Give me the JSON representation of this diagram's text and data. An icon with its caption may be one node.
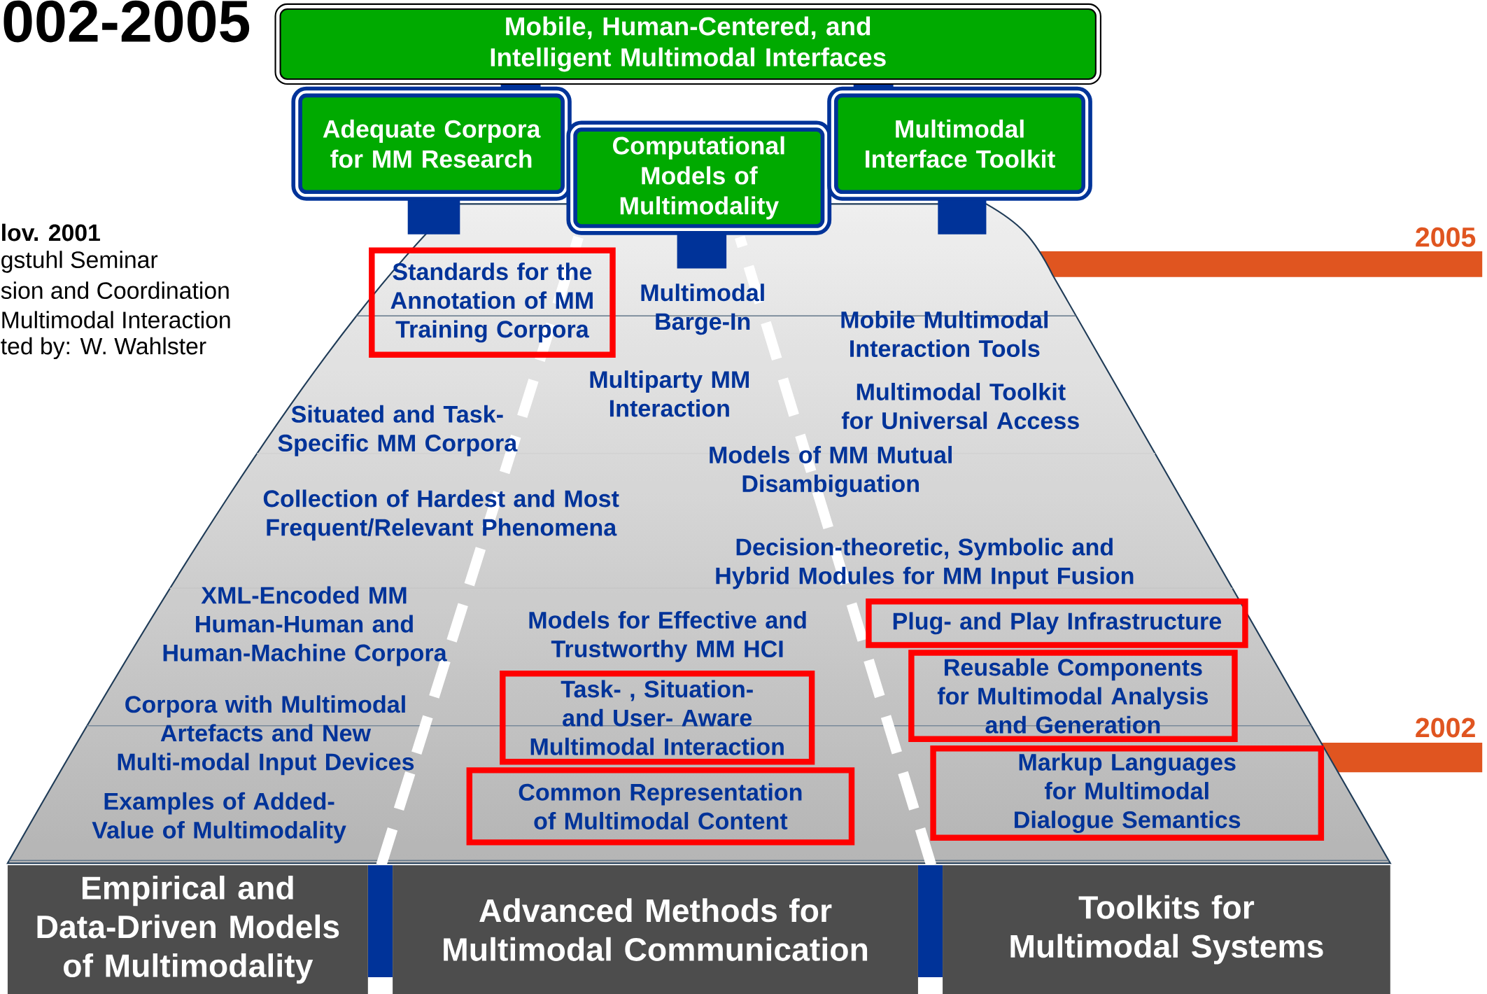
{
  "diagram": {
    "title": "002-2005",
    "nodes": [
      {
        "text": [
          "Mobile, Human-Centered, and Intelligent Multimodal Interfaces"
        ]
      },
      {
        "text": [
          "Adequate Corpora for MM Research"
        ]
      },
      {
        "text": [
          "Computational Models of Multimodality"
        ]
      },
      {
        "text": [
          "Multimodal Interface Toolkit"
        ]
      },
      {
        "text": [
          "Standards for the Annotation of MM Training Corpora"
        ]
      },
      {
        "text": [
          "Plug- and Play Infrastructure"
        ]
      },
      {
        "text": [
          "Reusable Components for Multimodal Analysis and Generation"
        ]
      },
      {
        "text": [
          "Task- , Situation- and User- Aware Multimodal Interaction"
        ]
      },
      {
        "text": [
          "Common Representation of Multimodal Content"
        ]
      },
      {
        "text": [
          "Markup Languages for Multimodal Dialogue Semantics"
        ]
      },
      {
        "text": [
          "Empirical and Data-Driven Models of Multimodality"
        ]
      },
      {
        "text": [
          "Advanced Methods for Multimodal Communication"
        ]
      },
      {
        "text": [
          "Toolkits for Multimodal Systems"
        ]
      }
    ],
    "labels": [
      "lov. 2001",
      "gstuhl Seminar",
      "sion and Coordination",
      "Multimodal Interaction",
      "ted by: W. Wahlster",
      "2005",
      "Multimodal Barge-In",
      "Mobile Multimodal Interaction Tools",
      "Multiparty MM Interaction",
      "Multimodal Toolkit for Universal Access",
      "Situated and Task-Specific MM Corpora",
      "Models of MM Mutual Disambiguation",
      "Collection of Hardest and Most Frequent/Relevant Phenomena",
      "Decision-theoretic, Symbolic and Hybrid Modules for MM Input Fusion",
      "XML-Encoded MM Human-Human and Human-Machine Corpora",
      "Models for Effective and Trustworthy MM HCI",
      "2002",
      "Corpora with Multimodal Artefacts and New Multi-modal Input Devices",
      "Examples of Added-Value of Multimodality"
    ]
  }
}
